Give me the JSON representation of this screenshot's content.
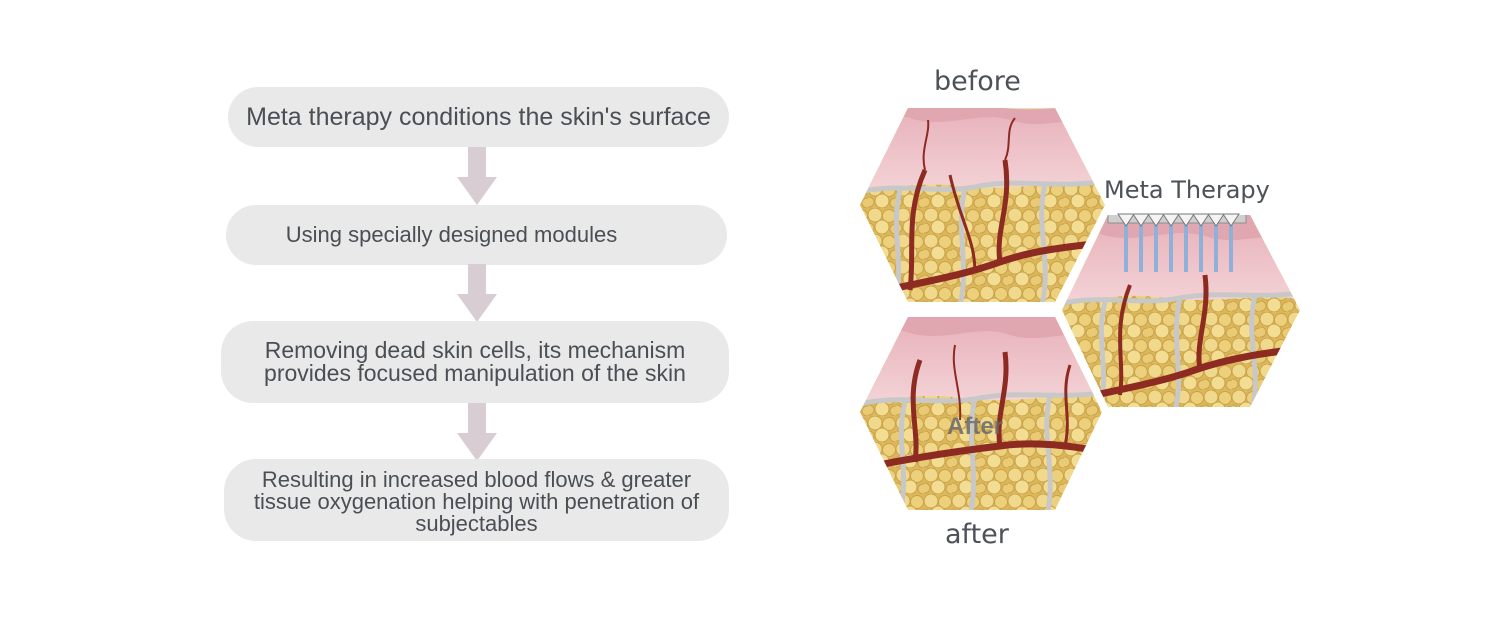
{
  "flow": {
    "steps": [
      {
        "text": "Meta therapy conditions the skin's surface"
      },
      {
        "text": "Using specially designed modules"
      },
      {
        "text": "Removing dead skin cells, its mechanism\nprovides focused manipulation of the skin"
      },
      {
        "text": "Resulting in increased blood flows & greater\ntissue oxygenation helping with penetration of\nsubjectables"
      }
    ]
  },
  "diagram": {
    "before_label": "before",
    "meta_label": "Meta Therapy",
    "after_label": "after",
    "inner_after_label": "After"
  },
  "colors": {
    "pill_bg": "#e9e9e9",
    "arrow": "#d8cdd3",
    "text": "#4a4f55",
    "skin_top": "#e6b4bd",
    "skin": "#f0c9cf",
    "fat": "#e8cc78",
    "vessel": "#8d2a22",
    "wall": "#c8c8c8"
  }
}
